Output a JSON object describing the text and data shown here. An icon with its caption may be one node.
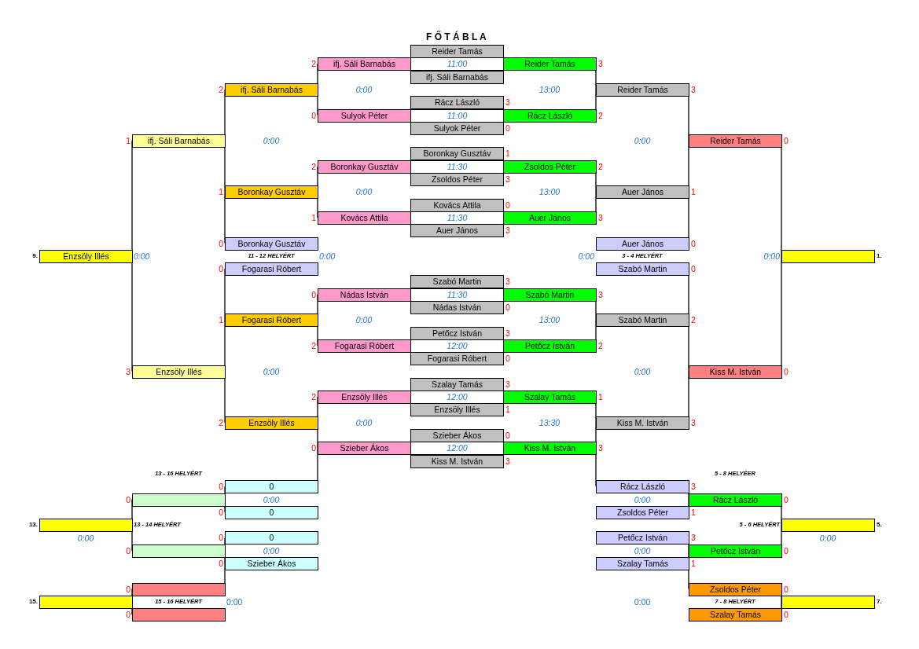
{
  "diagram": {
    "title": "F Ő T Á B L A",
    "nodes": [
      {
        "text": [
          "Reider Tamás"
        ]
      },
      {
        "text": [
          "ifj. Sáli Barnabás"
        ],
        "beside": [
          "2"
        ]
      },
      {
        "text": [
          "11:00"
        ]
      },
      {
        "text": [
          "Reider Tamás"
        ],
        "beside": [
          "3"
        ]
      },
      {
        "text": [
          "ifj. Sáli Barnabás"
        ]
      },
      {
        "text": [
          "ifj. Sáli Barnabás"
        ],
        "beside": [
          "2"
        ]
      },
      {
        "text": [
          "Reider Tamás"
        ],
        "beside": [
          "3"
        ]
      },
      {
        "text": [
          "Rácz László"
        ],
        "beside": [
          "3"
        ]
      },
      {
        "text": [
          "Sulyok Péter"
        ],
        "beside": [
          "0"
        ]
      },
      {
        "text": [
          "11:00"
        ]
      },
      {
        "text": [
          "Rácz László"
        ],
        "beside": [
          "2"
        ]
      },
      {
        "text": [
          "Sulyok Péter"
        ],
        "beside": [
          "0"
        ]
      },
      {
        "text": [
          "ifj. Sáli Barnabás"
        ],
        "beside": [
          "1"
        ]
      },
      {
        "text": [
          "Reider Tamás"
        ],
        "beside": [
          "0"
        ]
      },
      {
        "text": [
          "Boronkay Gusztáv"
        ],
        "beside": [
          "1"
        ]
      },
      {
        "text": [
          "Boronkay Gusztáv"
        ],
        "beside": [
          "2"
        ]
      },
      {
        "text": [
          "11:30"
        ]
      },
      {
        "text": [
          "Zsoldos Péter"
        ],
        "beside": [
          "2"
        ]
      },
      {
        "text": [
          "Zsoldos Péter"
        ],
        "beside": [
          "3"
        ]
      },
      {
        "text": [
          "Boronkay Gusztáv"
        ],
        "beside": [
          "1"
        ]
      },
      {
        "text": [
          "Auer János"
        ],
        "beside": [
          "1"
        ]
      },
      {
        "text": [
          "Kovács Attila"
        ],
        "beside": [
          "0"
        ]
      },
      {
        "text": [
          "Kovács Attila"
        ],
        "beside": [
          "1"
        ]
      },
      {
        "text": [
          "11:30"
        ]
      },
      {
        "text": [
          "Auer János"
        ],
        "beside": [
          "3"
        ]
      },
      {
        "text": [
          "Auer János"
        ],
        "beside": [
          "3"
        ]
      },
      {
        "text": [
          "Boronkay Gusztáv"
        ],
        "beside": [
          "0"
        ]
      },
      {
        "text": [
          "Auer János"
        ],
        "beside": [
          "0"
        ]
      },
      {
        "text": [
          "Enzsöly Illés"
        ],
        "beside": [
          "9."
        ]
      },
      {
        "text": [],
        "shape": "box",
        "beside": [
          "1."
        ]
      },
      {
        "text": [
          "Fogarasi Róbert"
        ],
        "beside": [
          "0"
        ]
      },
      {
        "text": [
          "Szabó Martin"
        ],
        "beside": [
          "0"
        ]
      },
      {
        "text": [
          "Szabó Martin"
        ],
        "beside": [
          "3"
        ]
      },
      {
        "text": [
          "Nádas István"
        ],
        "beside": [
          "0"
        ]
      },
      {
        "text": [
          "11:30"
        ]
      },
      {
        "text": [
          "Szabó Martin"
        ],
        "beside": [
          "3"
        ]
      },
      {
        "text": [
          "Nádas István"
        ],
        "beside": [
          "0"
        ]
      },
      {
        "text": [
          "Fogarasi Róbert"
        ],
        "beside": [
          "1"
        ]
      },
      {
        "text": [
          "Szabó Martin"
        ],
        "beside": [
          "2"
        ]
      },
      {
        "text": [
          "Petőcz István"
        ],
        "beside": [
          "3"
        ]
      },
      {
        "text": [
          "Fogarasi Róbert"
        ],
        "beside": [
          "2"
        ]
      },
      {
        "text": [
          "12:00"
        ]
      },
      {
        "text": [
          "Petőcz István"
        ],
        "beside": [
          "2"
        ]
      },
      {
        "text": [
          "Fogarasi Róbert"
        ],
        "beside": [
          "0"
        ]
      },
      {
        "text": [
          "Enzsöly Illés"
        ],
        "beside": [
          "3"
        ]
      },
      {
        "text": [
          "Kiss M. István"
        ],
        "beside": [
          "0"
        ]
      },
      {
        "text": [
          "Szalay Tamás"
        ],
        "beside": [
          "3"
        ]
      },
      {
        "text": [
          "Enzsöly Illés"
        ],
        "beside": [
          "2"
        ]
      },
      {
        "text": [
          "12:00"
        ]
      },
      {
        "text": [
          "Szalay Tamás"
        ],
        "beside": [
          "1"
        ]
      },
      {
        "text": [
          "Enzsöly Illés"
        ],
        "beside": [
          "1"
        ]
      },
      {
        "text": [
          "Enzsöly Illés"
        ],
        "beside": [
          "2"
        ]
      },
      {
        "text": [
          "Kiss M. István"
        ],
        "beside": [
          "3"
        ]
      },
      {
        "text": [
          "Szieber Ákos"
        ],
        "beside": [
          "0"
        ]
      },
      {
        "text": [
          "Szieber Ákos"
        ],
        "beside": [
          "0"
        ]
      },
      {
        "text": [
          "12:00"
        ]
      },
      {
        "text": [
          "Kiss M. István"
        ],
        "beside": [
          "3"
        ]
      },
      {
        "text": [
          "Kiss M. István"
        ],
        "beside": [
          "3"
        ]
      },
      {
        "text": [
          "0"
        ],
        "beside": [
          "0"
        ]
      },
      {
        "text": [
          "Rácz László"
        ],
        "beside": [
          "3"
        ]
      },
      {
        "text": [],
        "shape": "box",
        "beside": [
          "0"
        ]
      },
      {
        "text": [
          "Rácz László"
        ],
        "beside": [
          "0"
        ]
      },
      {
        "text": [
          "0"
        ],
        "beside": [
          "0"
        ]
      },
      {
        "text": [
          "Zsoldos Péter"
        ],
        "beside": [
          "1"
        ]
      },
      {
        "text": [],
        "shape": "box",
        "beside": [
          "13.",
          "0:00"
        ]
      },
      {
        "text": [],
        "shape": "box",
        "beside": [
          "5.",
          "0:00"
        ]
      },
      {
        "text": [
          "0"
        ],
        "beside": [
          "0"
        ]
      },
      {
        "text": [
          "Petőcz István"
        ],
        "beside": [
          "3"
        ]
      },
      {
        "text": [],
        "shape": "box",
        "beside": [
          "0"
        ]
      },
      {
        "text": [
          "Petőcz István"
        ],
        "beside": [
          "0"
        ]
      },
      {
        "text": [
          "Szieber Ákos"
        ],
        "beside": [
          "0"
        ]
      },
      {
        "text": [
          "Szalay Tamás"
        ],
        "beside": [
          "1"
        ]
      },
      {
        "text": [],
        "shape": "box",
        "beside": [
          "0"
        ]
      },
      {
        "text": [
          "Zsoldos Péter"
        ],
        "beside": [
          "0"
        ]
      },
      {
        "text": [],
        "shape": "box",
        "beside": [
          "15."
        ]
      },
      {
        "text": [],
        "shape": "box",
        "beside": [
          "7."
        ]
      },
      {
        "text": [],
        "shape": "box",
        "beside": [
          "0"
        ]
      },
      {
        "text": [
          "Szalay Tamás"
        ],
        "beside": [
          "0"
        ]
      }
    ],
    "edges": [
      {
        "from": 1,
        "to": 5,
        "arrow": "none"
      },
      {
        "from": 8,
        "to": 5,
        "arrow": "none"
      },
      {
        "from": 3,
        "to": 6,
        "arrow": "none"
      },
      {
        "from": 10,
        "to": 6,
        "arrow": "none"
      },
      {
        "from": 15,
        "to": 19,
        "arrow": "none"
      },
      {
        "from": 22,
        "to": 19,
        "arrow": "none"
      },
      {
        "from": 17,
        "to": 20,
        "arrow": "none"
      },
      {
        "from": 24,
        "to": 20,
        "arrow": "none"
      },
      {
        "from": 5,
        "to": 12,
        "arrow": "none"
      },
      {
        "from": 19,
        "to": 12,
        "arrow": "none"
      },
      {
        "from": 6,
        "to": 13,
        "arrow": "none"
      },
      {
        "from": 20,
        "to": 13,
        "arrow": "none"
      },
      {
        "from": 19,
        "to": 26,
        "arrow": "none"
      },
      {
        "from": 20,
        "to": 27,
        "arrow": "none"
      },
      {
        "from": 30,
        "to": 37,
        "arrow": "none"
      },
      {
        "from": 31,
        "to": 38,
        "arrow": "none"
      },
      {
        "from": 33,
        "to": 37,
        "arrow": "none"
      },
      {
        "from": 40,
        "to": 37,
        "arrow": "none"
      },
      {
        "from": 35,
        "to": 38,
        "arrow": "none"
      },
      {
        "from": 42,
        "to": 38,
        "arrow": "none"
      },
      {
        "from": 47,
        "to": 51,
        "arrow": "none"
      },
      {
        "from": 54,
        "to": 51,
        "arrow": "none"
      },
      {
        "from": 49,
        "to": 52,
        "arrow": "none"
      },
      {
        "from": 56,
        "to": 52,
        "arrow": "none"
      },
      {
        "from": 37,
        "to": 44,
        "arrow": "none"
      },
      {
        "from": 51,
        "to": 44,
        "arrow": "none"
      },
      {
        "from": 38,
        "to": 45,
        "arrow": "none"
      },
      {
        "from": 52,
        "to": 45,
        "arrow": "none"
      },
      {
        "from": 12,
        "to": 28,
        "arrow": "none"
      },
      {
        "from": 44,
        "to": 28,
        "arrow": "none"
      },
      {
        "from": 13,
        "to": 29,
        "arrow": "none"
      },
      {
        "from": 45,
        "to": 29,
        "arrow": "none"
      },
      {
        "from": 54,
        "to": 58,
        "arrow": "none"
      },
      {
        "from": 56,
        "to": 59,
        "arrow": "none"
      },
      {
        "from": 58,
        "to": 60,
        "arrow": "none"
      },
      {
        "from": 62,
        "to": 60,
        "arrow": "none"
      },
      {
        "from": 66,
        "to": 68,
        "arrow": "none"
      },
      {
        "from": 70,
        "to": 68,
        "arrow": "none"
      },
      {
        "from": 60,
        "to": 64,
        "arrow": "none"
      },
      {
        "from": 68,
        "to": 64,
        "arrow": "none"
      },
      {
        "from": 70,
        "to": 72,
        "arrow": "none"
      },
      {
        "from": 72,
        "to": 74,
        "arrow": "none"
      },
      {
        "from": 76,
        "to": 74,
        "arrow": "none"
      },
      {
        "from": 59,
        "to": 61,
        "arrow": "none"
      },
      {
        "from": 63,
        "to": 61,
        "arrow": "none"
      },
      {
        "from": 67,
        "to": 69,
        "arrow": "none"
      },
      {
        "from": 71,
        "to": 69,
        "arrow": "none"
      },
      {
        "from": 61,
        "to": 65,
        "arrow": "none"
      },
      {
        "from": 69,
        "to": 65,
        "arrow": "none"
      },
      {
        "from": 71,
        "to": 73,
        "arrow": "none"
      },
      {
        "from": 73,
        "to": 75,
        "arrow": "none"
      },
      {
        "from": 77,
        "to": 75,
        "arrow": "none"
      }
    ],
    "labels": [
      "0:00",
      "13:00",
      "0:00",
      "0:00",
      "0:00",
      "13:00",
      "0:00",
      "11 - 12 HELYÉRT",
      "0:00",
      "0:00",
      "3 - 4 HELYÉRT",
      "0:00",
      "0:00",
      "13:00",
      "0:00",
      "0:00",
      "0:00",
      "13:30",
      "13 - 16 HELYÉRT",
      "5 - 8 HELYÉER",
      "0:00",
      "0:00",
      "13 - 14 HELYÉRT",
      "5 - 6 HELYÉRT",
      "0:00",
      "0:00",
      "15 - 16 HELYÉRT",
      "0:00",
      "0:00",
      "7 - 8 HELYÉRT"
    ]
  }
}
